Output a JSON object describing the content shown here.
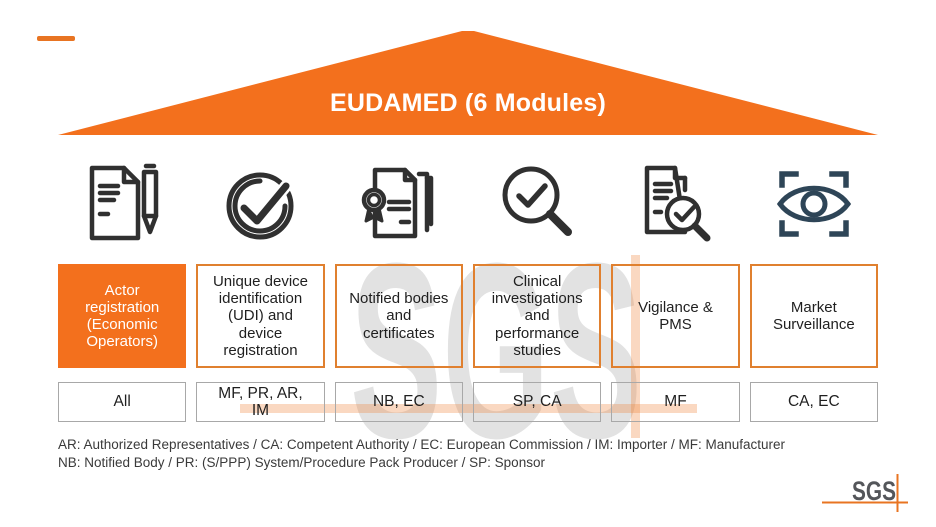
{
  "slide": {
    "title": "EUDAMED (6 Modules)"
  },
  "colors": {
    "orange": "#F3701D",
    "box_border_orange": "#E0802F",
    "gray_border": "#A8A8A8",
    "icon_dark": "#303030",
    "icon_slate": "#2E4557",
    "watermark_gray": "#E2E2E2",
    "watermark_orange": "#ED7D31",
    "logo_gray": "#54565A"
  },
  "modules": [
    {
      "icon": "document-pen-icon",
      "label": "Actor\nregistration\n(Economic\nOperators)",
      "actors": "All"
    },
    {
      "icon": "check-circle-icon",
      "label": "Unique device\nidentification\n(UDI) and\ndevice\nregistration",
      "actors": "MF, PR, AR,\nIM"
    },
    {
      "icon": "certificate-documents-icon",
      "label": "Notified bodies\nand\ncertificates",
      "actors": "NB, EC"
    },
    {
      "icon": "magnifier-check-icon",
      "label": "Clinical\ninvestigations\nand\nperformance\nstudies",
      "actors": "SP, CA"
    },
    {
      "icon": "document-audit-icon",
      "label": "Vigilance &\nPMS",
      "actors": "MF"
    },
    {
      "icon": "eye-scan-icon",
      "label": "Market\nSurveillance",
      "actors": "CA, EC"
    }
  ],
  "legend": {
    "line1": "AR: Authorized Representatives / CA: Competent Authority / EC: European Commission / IM: Importer / MF: Manufacturer",
    "line2": "NB: Notified Body / PR: (S/PPP) System/Procedure Pack Producer / SP: Sponsor"
  },
  "watermark": {
    "text": "SGS"
  },
  "logo": {
    "text": "SGS"
  }
}
